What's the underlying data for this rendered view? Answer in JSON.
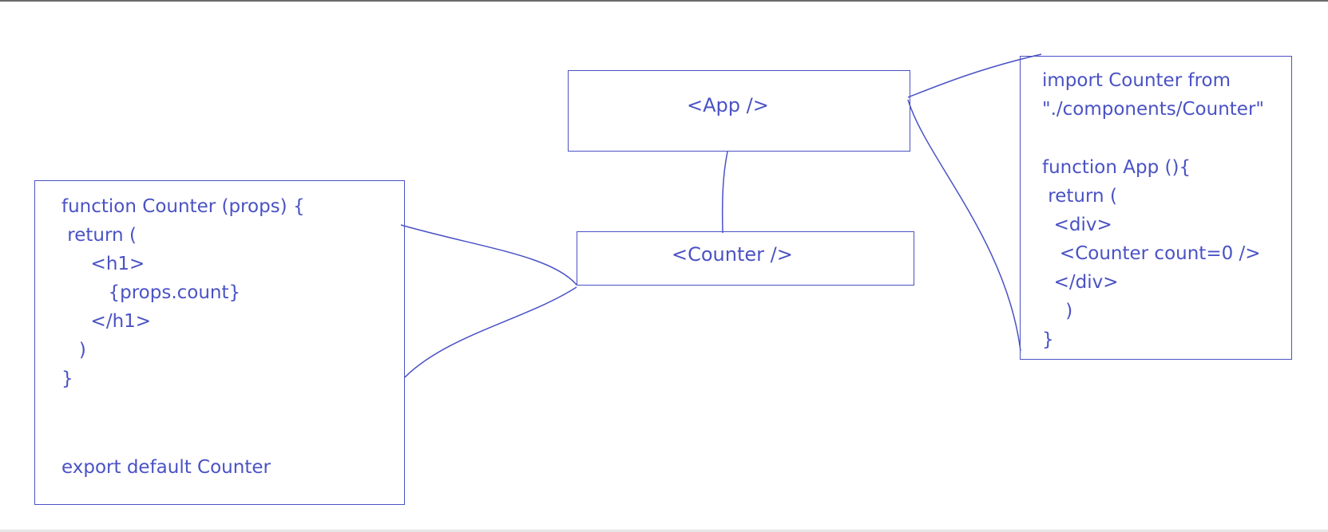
{
  "diagram": {
    "stroke_color": "#4a52c4",
    "nodes": {
      "app": {
        "label": "<App />"
      },
      "counter": {
        "label": "<Counter />"
      }
    },
    "counter_code": {
      "lines": [
        "function Counter (props) {",
        " return (",
        "     <h1>",
        "        {props.count}",
        "     </h1>",
        "   )",
        "}",
        "export default Counter"
      ]
    },
    "app_code": {
      "lines": [
        "import Counter from",
        "\"./components/Counter\"",
        "function App (){",
        " return (",
        "  <div>",
        "   <Counter count=0 />",
        "  </div>",
        "    )",
        "}"
      ]
    }
  }
}
